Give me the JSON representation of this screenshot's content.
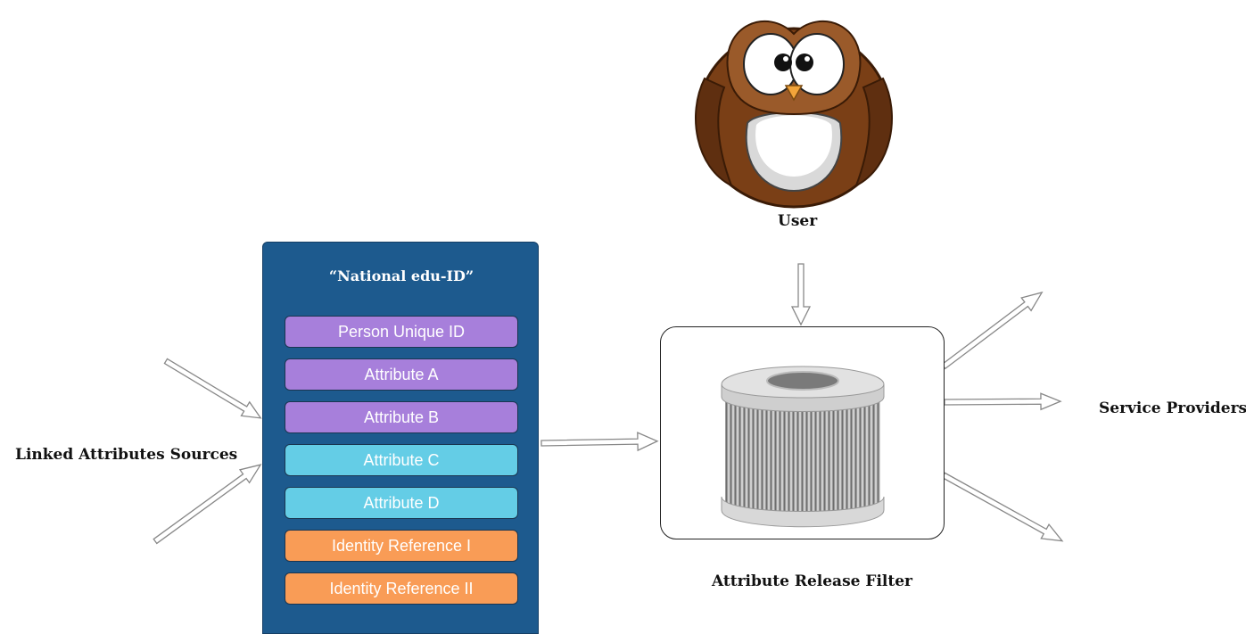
{
  "labels": {
    "user": "User",
    "linked_sources": "Linked Attributes Sources",
    "filter": "Attribute Release Filter",
    "service_providers": "Service Providers"
  },
  "eduid": {
    "title": "“National edu-ID”",
    "attributes": [
      {
        "label": "Person Unique ID",
        "color": "#a77fdb"
      },
      {
        "label": "Attribute A",
        "color": "#a77fdb"
      },
      {
        "label": "Attribute B",
        "color": "#a77fdb"
      },
      {
        "label": "Attribute C",
        "color": "#64cde6"
      },
      {
        "label": "Attribute D",
        "color": "#64cde6"
      },
      {
        "label": "Identity Reference I",
        "color": "#f99c56"
      },
      {
        "label": "Identity Reference II",
        "color": "#f99c56"
      }
    ],
    "box_color": "#1d5a8e"
  },
  "icons": [
    "owl-icon",
    "filter-cartridge-icon"
  ]
}
